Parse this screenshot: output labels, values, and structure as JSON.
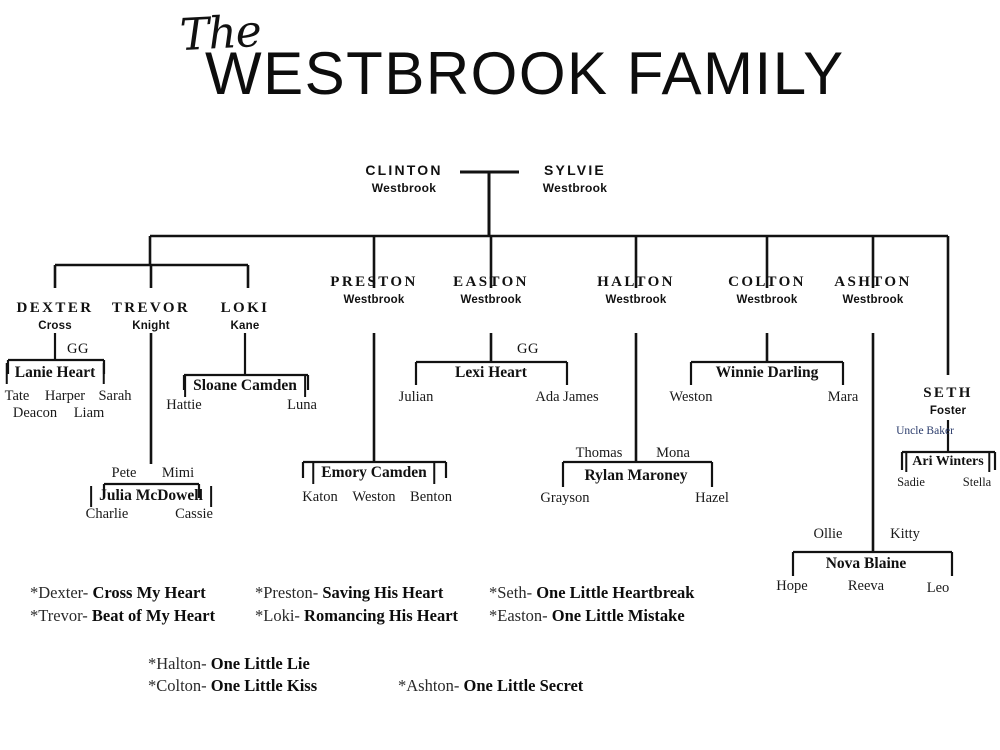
{
  "title": {
    "script_word": "The",
    "main_word": "WESTBROOK FAMILY"
  },
  "colors": {
    "ink": "#121212",
    "accent_blue": "#2a3b6b",
    "background": "#ffffff"
  },
  "generation_1": {
    "father": {
      "first": "CLINTON",
      "last": "Westbrook"
    },
    "mother": {
      "first": "SYLVIE",
      "last": "Westbrook"
    }
  },
  "children": [
    {
      "key": "dexter",
      "first": "DEXTER",
      "last": "Cross",
      "marker": "GG",
      "spouse": "Lanie Heart",
      "in_laws": [],
      "kids": [
        "Tate",
        "Harper",
        "Sarah",
        "Deacon",
        "Liam"
      ]
    },
    {
      "key": "trevor",
      "first": "TREVOR",
      "last": "Knight",
      "marker": "",
      "spouse": "Julia McDowell",
      "in_laws": [
        "Pete",
        "Mimi"
      ],
      "kids": [
        "Charlie",
        "Cassie"
      ]
    },
    {
      "key": "loki",
      "first": "LOKI",
      "last": "Kane",
      "marker": "",
      "spouse": "Sloane Camden",
      "in_laws": [],
      "kids": [
        "Hattie",
        "Luna"
      ]
    },
    {
      "key": "preston",
      "first": "PRESTON",
      "last": "Westbrook",
      "marker": "",
      "spouse": "Emory Camden",
      "in_laws": [],
      "kids": [
        "Katon",
        "Weston",
        "Benton"
      ]
    },
    {
      "key": "easton",
      "first": "EASTON",
      "last": "Westbrook",
      "marker": "GG",
      "spouse": "Lexi Heart",
      "in_laws": [],
      "kids": [
        "Julian",
        "Ada James"
      ]
    },
    {
      "key": "halton",
      "first": "HALTON",
      "last": "Westbrook",
      "marker": "",
      "spouse": "Rylan Maroney",
      "in_laws": [
        "Thomas",
        "Mona"
      ],
      "kids": [
        "Grayson",
        "Hazel"
      ]
    },
    {
      "key": "colton",
      "first": "COLTON",
      "last": "Westbrook",
      "marker": "",
      "spouse": "Winnie Darling",
      "in_laws": [],
      "kids": [
        "Weston",
        "Mara"
      ]
    },
    {
      "key": "ashton",
      "first": "ASHTON",
      "last": "Westbrook",
      "marker": "",
      "spouse": "Nova Blaine",
      "in_laws": [
        "Ollie",
        "Kitty"
      ],
      "kids": [
        "Hope",
        "Reeva",
        "Leo"
      ]
    },
    {
      "key": "seth",
      "first": "SETH",
      "last": "Foster",
      "marker": "Uncle Baker",
      "spouse": "Ari Winters",
      "in_laws": [],
      "kids": [
        "Sadie",
        "Stella"
      ]
    }
  ],
  "legend": [
    {
      "name": "*Dexter-",
      "book": "Cross My Heart"
    },
    {
      "name": "*Trevor-",
      "book": "Beat of My Heart"
    },
    {
      "name": "*Preston-",
      "book": "Saving His Heart"
    },
    {
      "name": "*Loki-",
      "book": "Romancing His Heart"
    },
    {
      "name": "*Seth-",
      "book": "One Little Heartbreak"
    },
    {
      "name": "*Easton-",
      "book": "One Little Mistake"
    },
    {
      "name": "*Halton-",
      "book": "One Little Lie"
    },
    {
      "name": "*Colton-",
      "book": "One Little Kiss"
    },
    {
      "name": "*Ashton-",
      "book": "One Little Secret"
    }
  ]
}
